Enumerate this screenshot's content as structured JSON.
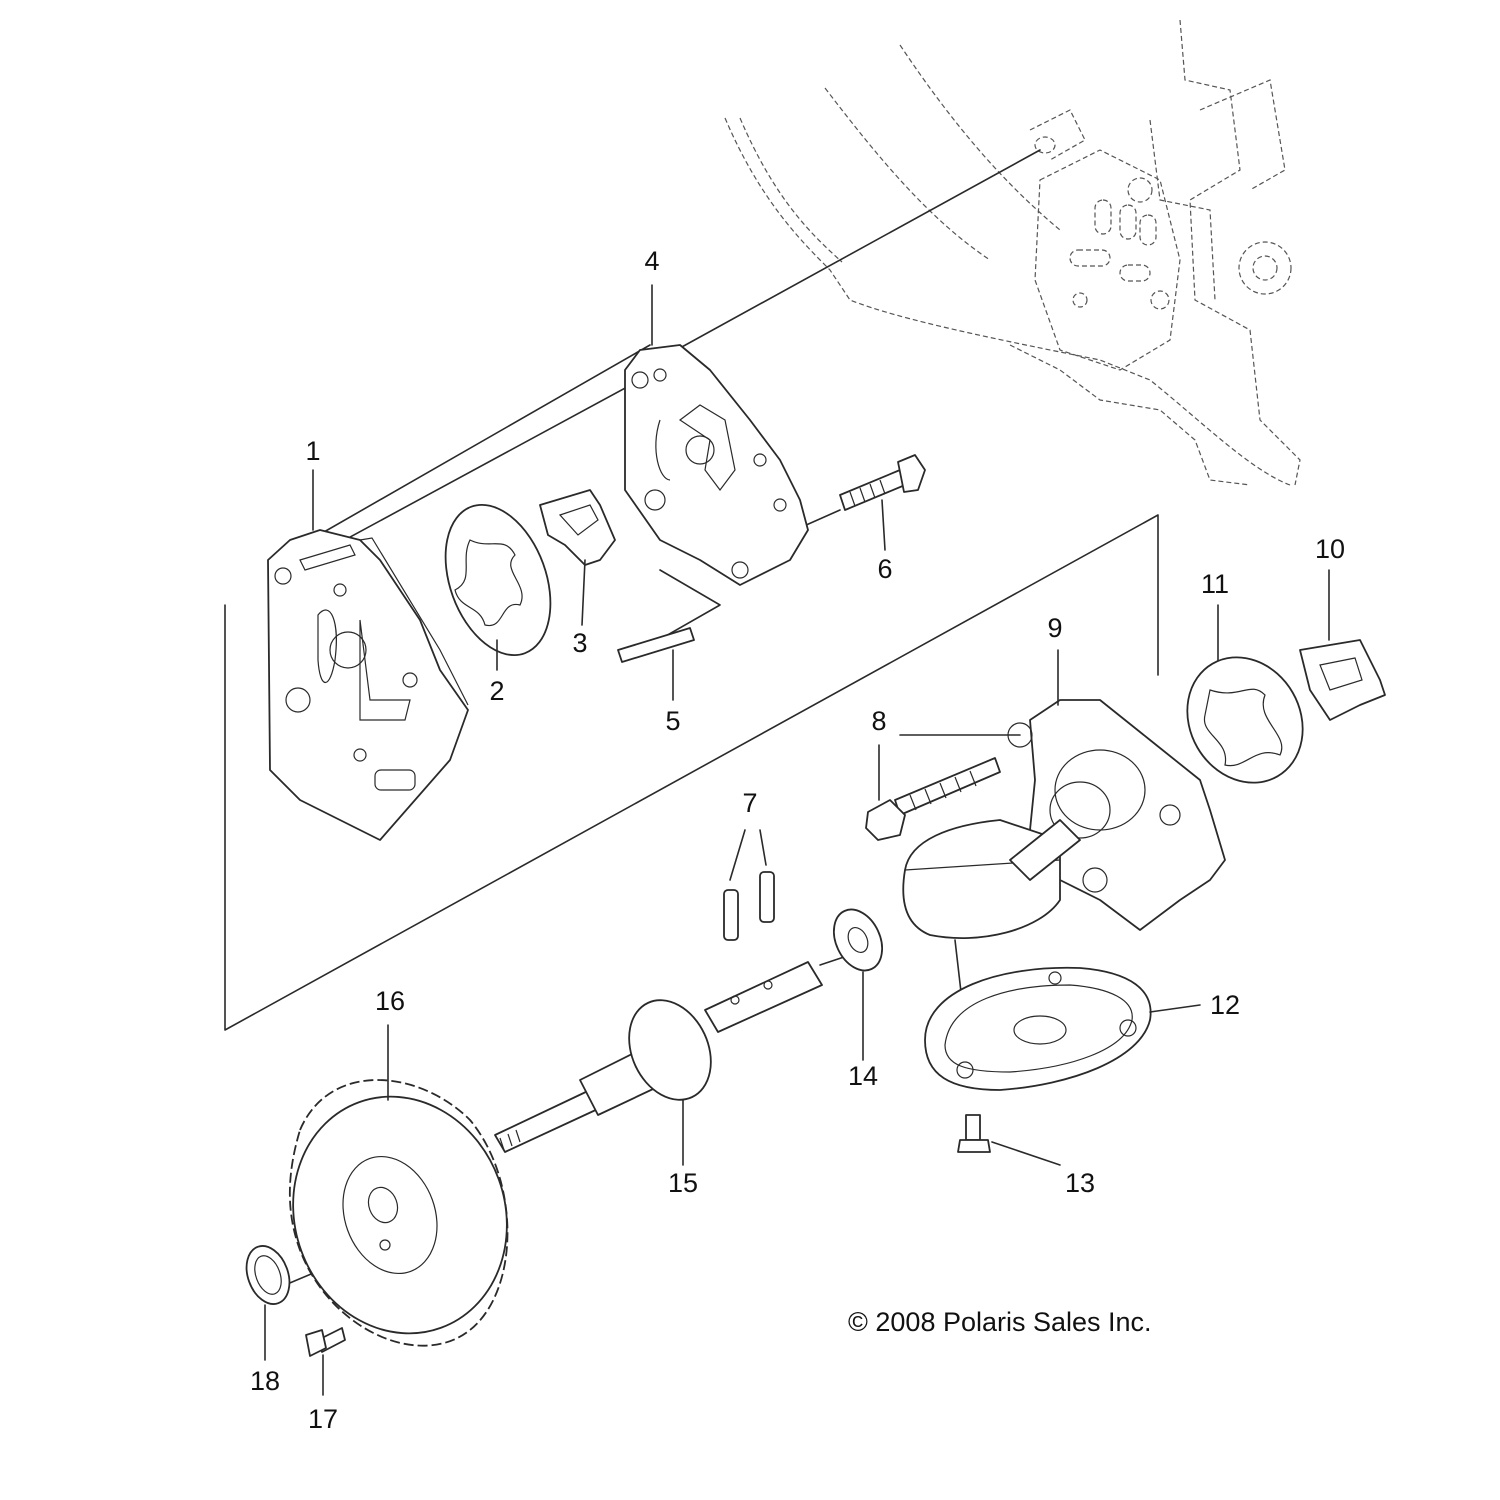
{
  "callouts": [
    "1",
    "2",
    "3",
    "4",
    "5",
    "6",
    "7",
    "8",
    "9",
    "10",
    "11",
    "12",
    "13",
    "14",
    "15",
    "16",
    "17",
    "18"
  ],
  "copyright": "© 2008 Polaris Sales Inc."
}
